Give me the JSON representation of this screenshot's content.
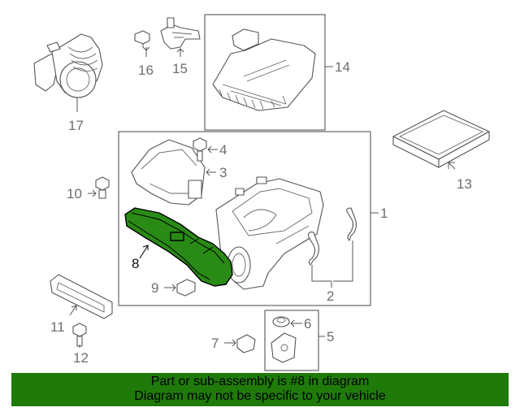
{
  "diagram": {
    "callouts": [
      "1",
      "2",
      "3",
      "4",
      "5",
      "6",
      "7",
      "8",
      "9",
      "10",
      "11",
      "12",
      "13",
      "14",
      "15",
      "16",
      "17"
    ],
    "highlighted_part": "8",
    "colors": {
      "highlight_part": "#2a8a16",
      "banner": "#1f7a0a",
      "line": "#555555",
      "callout_text": "#6e6e6e"
    }
  },
  "banner": {
    "line1": "Part or sub-assembly is #8 in diagram",
    "line2": "Diagram may not be specific to your vehicle"
  }
}
